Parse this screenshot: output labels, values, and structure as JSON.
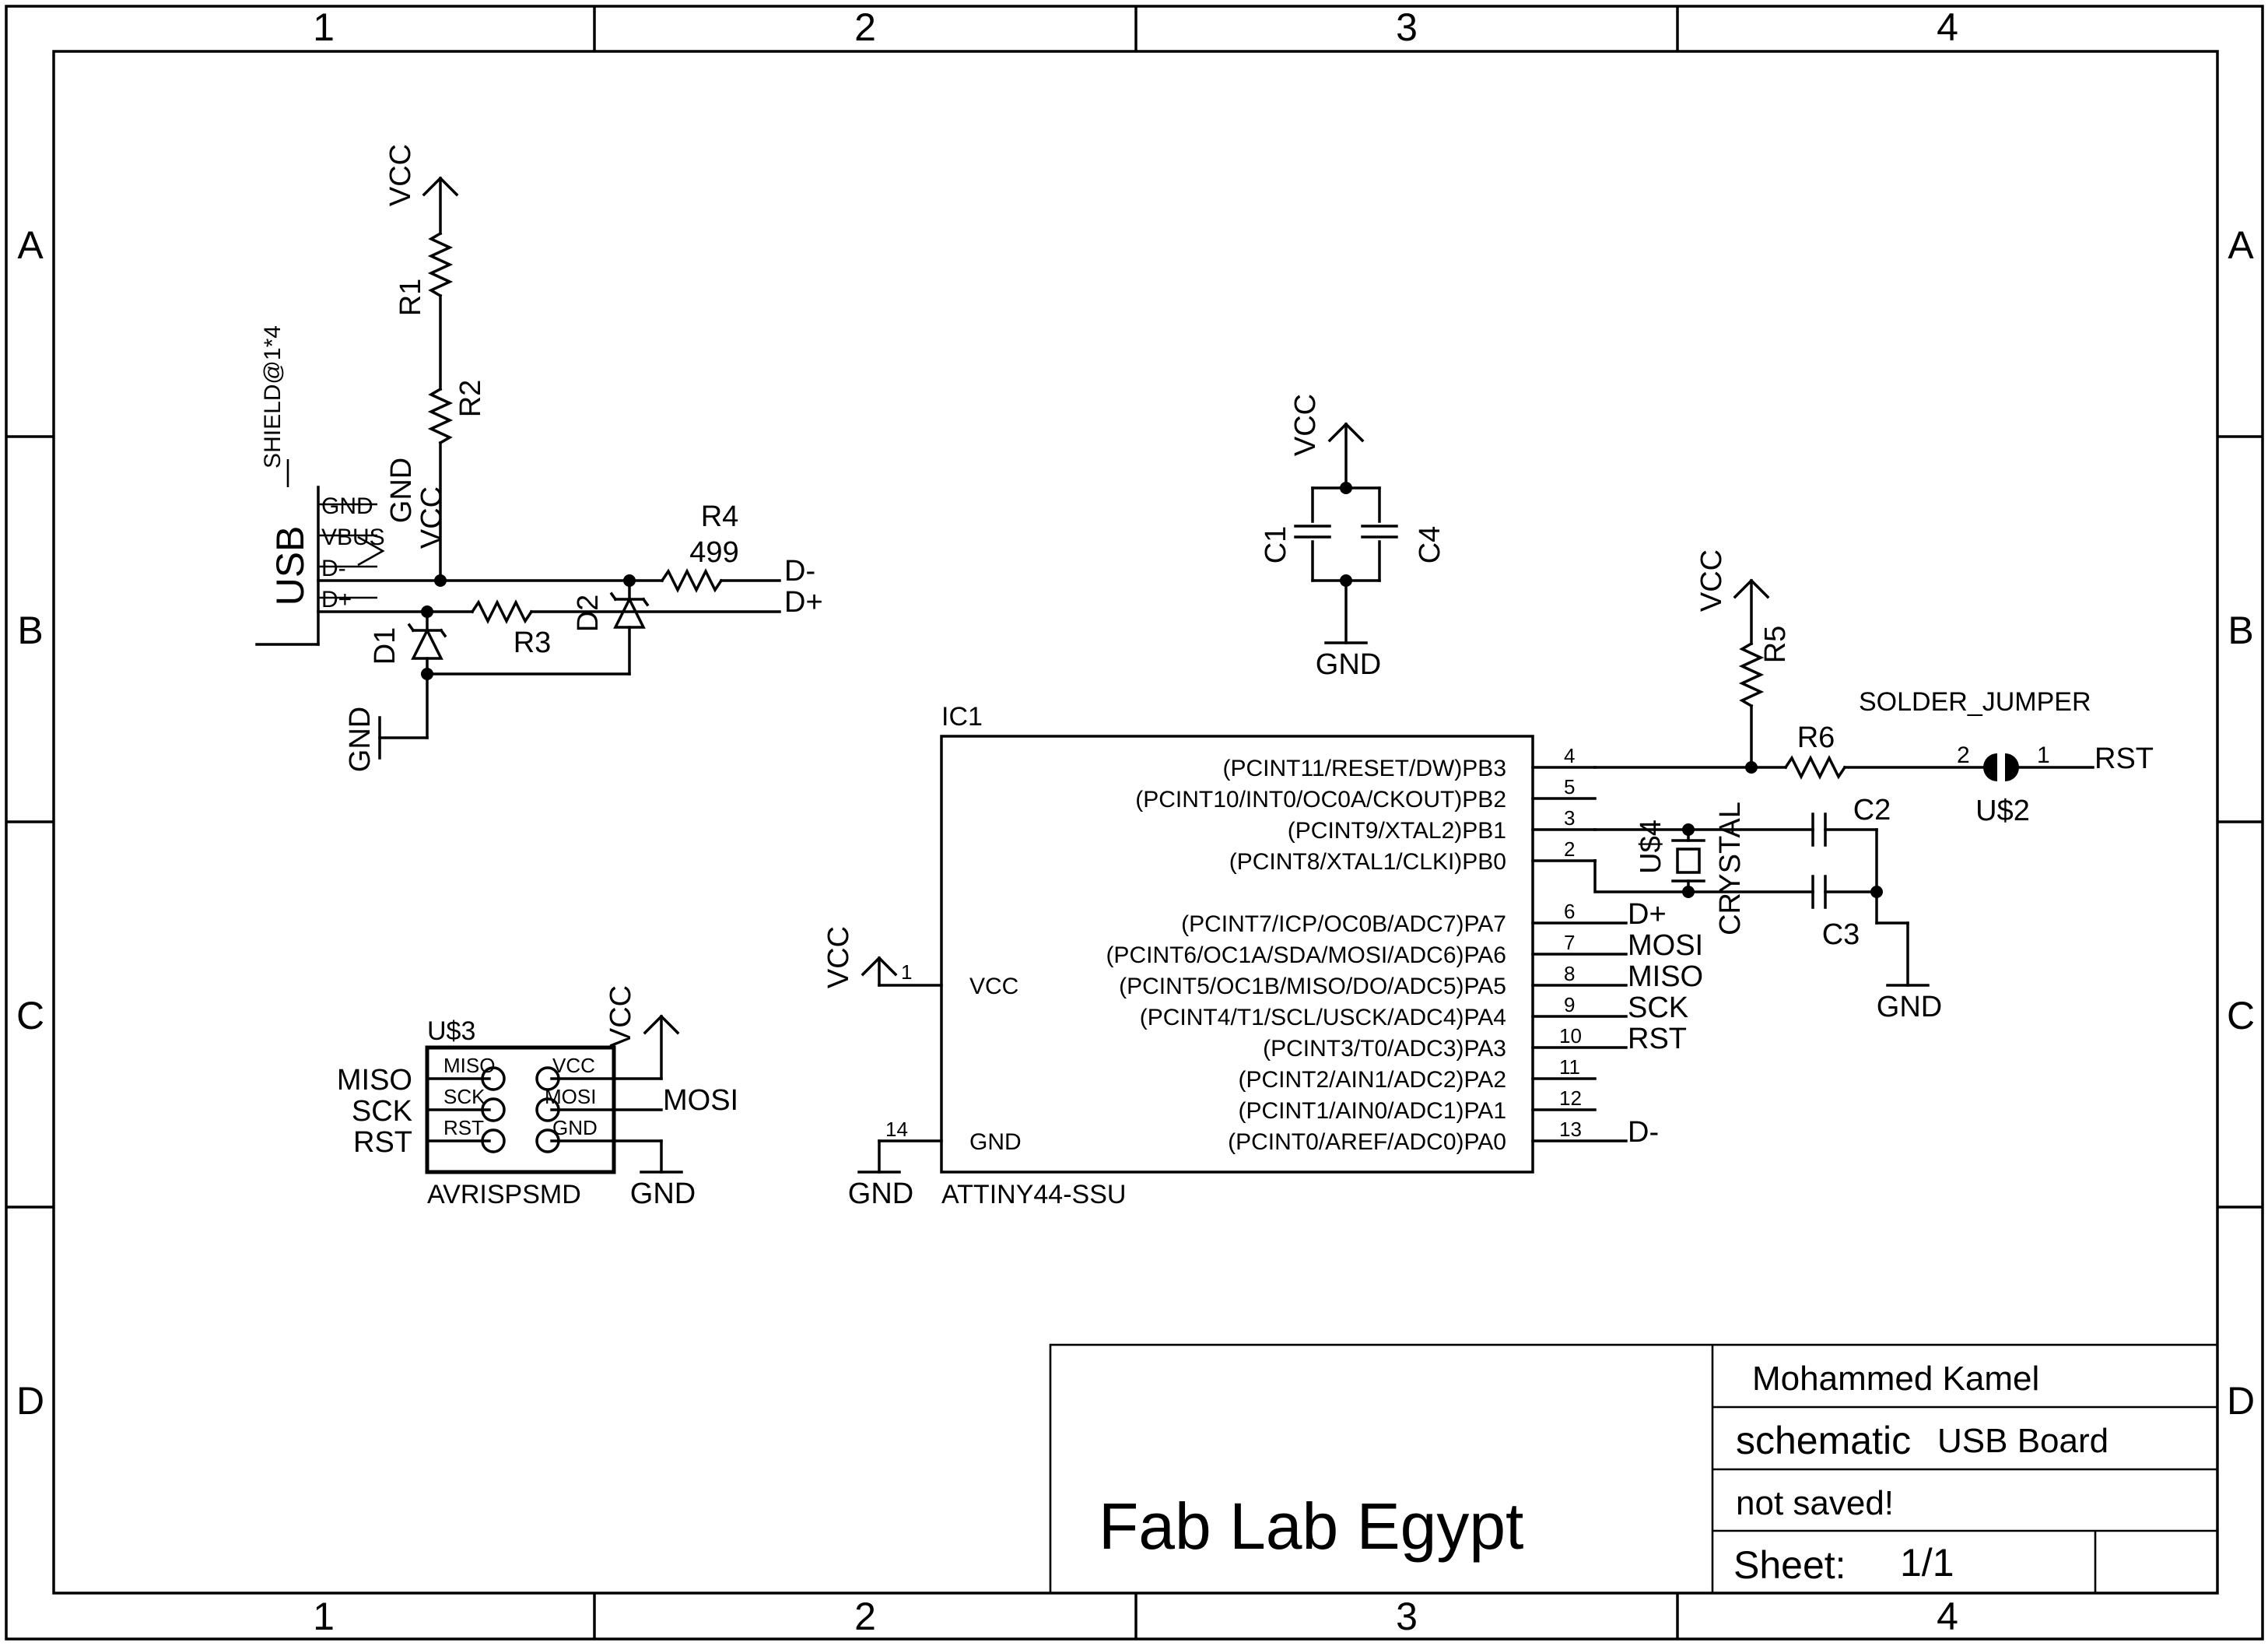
{
  "frame": {
    "columns": [
      "1",
      "2",
      "3",
      "4"
    ],
    "rows": [
      "A",
      "B",
      "C",
      "D"
    ]
  },
  "title_block": {
    "organization": "Fab Lab Egypt",
    "author": "Mohammed Kamel",
    "document_type": "schematic",
    "board_name": "USB Board",
    "save_state": "not saved!",
    "sheet_label": "Sheet:",
    "sheet_value": "1/1"
  },
  "usb": {
    "label": "USB",
    "shield": "SHIELD@1*4",
    "pins": [
      "GND",
      "VBUS",
      "D-",
      "D+"
    ]
  },
  "nets": {
    "vcc": "VCC",
    "gnd": "GND",
    "dminus": "D-",
    "dplus": "D+",
    "mosi": "MOSI",
    "miso": "MISO",
    "sck": "SCK",
    "rst": "RST"
  },
  "parts": {
    "r1": "R1",
    "r2": "R2",
    "r3": "R3",
    "r4": "R4",
    "r4_value": "499",
    "r5": "R5",
    "r6": "R6",
    "d1": "D1",
    "d2": "D2",
    "c1": "C1",
    "c2": "C2",
    "c3": "C3",
    "c4": "C4",
    "u2": "U$2",
    "u2_value": "SOLDER_JUMPER",
    "u2_pin1": "1",
    "u2_pin2": "2",
    "u3": "U$3",
    "u3_value": "AVRISPSMD",
    "u3_pins": [
      "MISO",
      "SCK",
      "RST",
      "VCC",
      "MOSI",
      "GND"
    ],
    "u4": "U$4",
    "u4_value": "CRYSTAL"
  },
  "ic1": {
    "name": "IC1",
    "value": "ATTINY44-SSU",
    "vcc_label": "VCC",
    "gnd_label": "GND",
    "vcc_pin": "1",
    "gnd_pin": "14",
    "pins": [
      {
        "label": "(PCINT11/RESET/DW)PB3",
        "num": "4",
        "net": ""
      },
      {
        "label": "(PCINT10/INT0/OC0A/CKOUT)PB2",
        "num": "5",
        "net": ""
      },
      {
        "label": "(PCINT9/XTAL2)PB1",
        "num": "3",
        "net": ""
      },
      {
        "label": "(PCINT8/XTAL1/CLKI)PB0",
        "num": "2",
        "net": ""
      },
      {
        "label": "(PCINT7/ICP/OC0B/ADC7)PA7",
        "num": "6",
        "net": "D+"
      },
      {
        "label": "(PCINT6/OC1A/SDA/MOSI/ADC6)PA6",
        "num": "7",
        "net": "MOSI"
      },
      {
        "label": "(PCINT5/OC1B/MISO/DO/ADC5)PA5",
        "num": "8",
        "net": "MISO"
      },
      {
        "label": "(PCINT4/T1/SCL/USCK/ADC4)PA4",
        "num": "9",
        "net": "SCK"
      },
      {
        "label": "(PCINT3/T0/ADC3)PA3",
        "num": "10",
        "net": "RST"
      },
      {
        "label": "(PCINT2/AIN1/ADC2)PA2",
        "num": "11",
        "net": ""
      },
      {
        "label": "(PCINT1/AIN0/ADC1)PA1",
        "num": "12",
        "net": ""
      },
      {
        "label": "(PCINT0/AREF/ADC0)PA0",
        "num": "13",
        "net": "D-"
      }
    ]
  }
}
